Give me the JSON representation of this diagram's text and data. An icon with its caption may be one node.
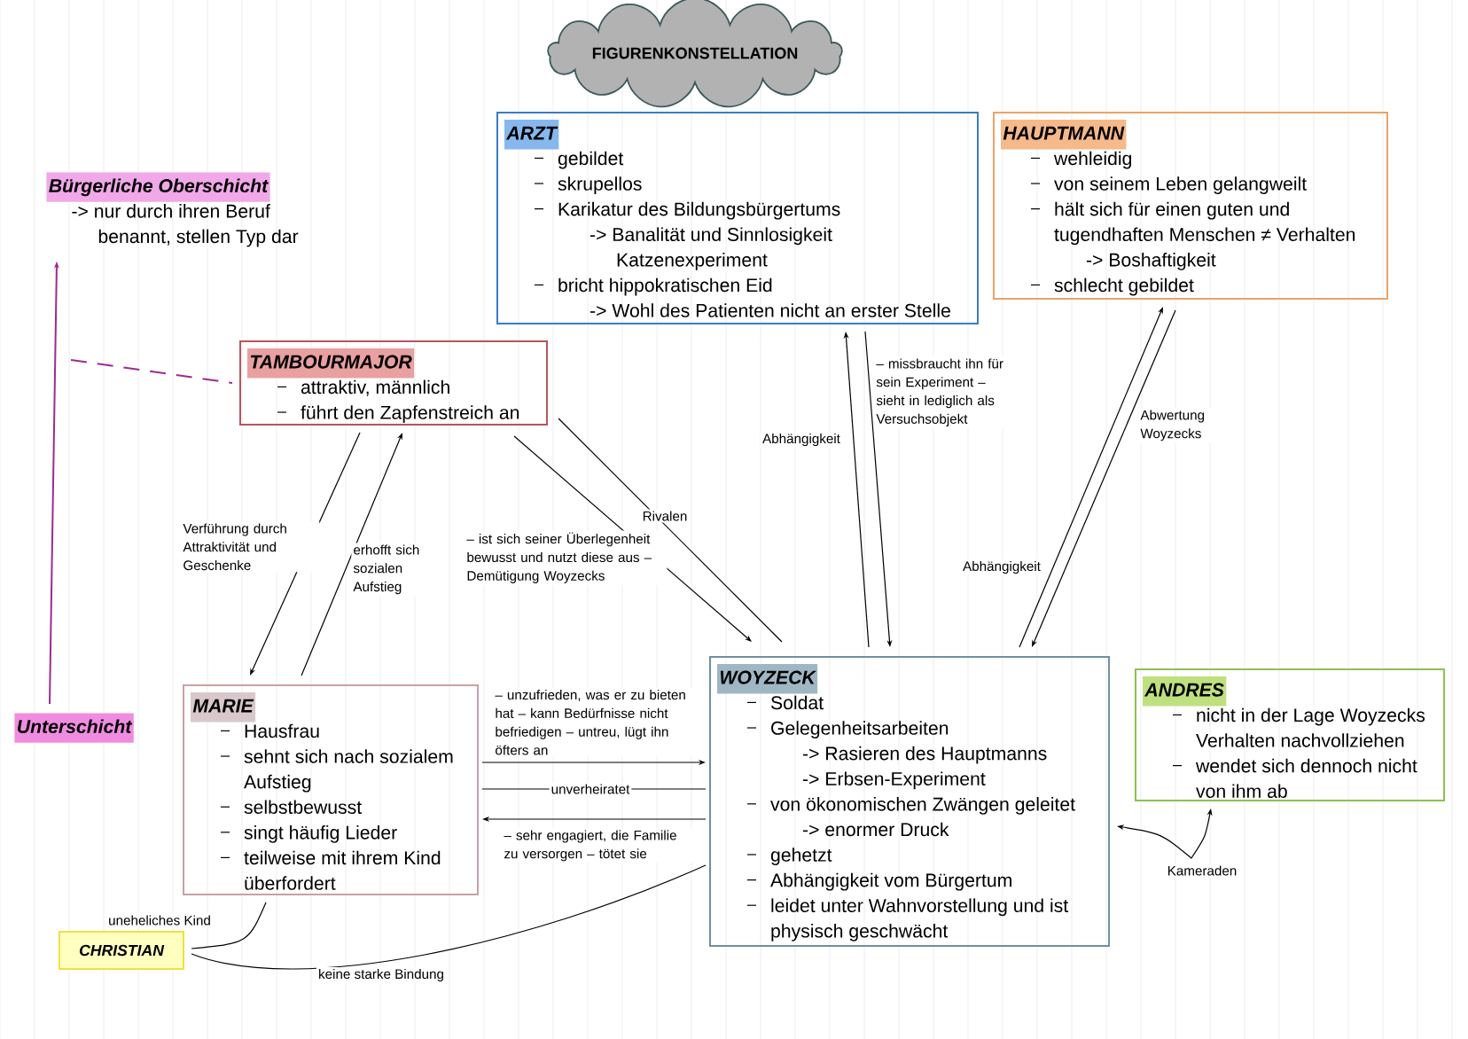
{
  "diagram": {
    "title": "FIGURENKONSTELLATION",
    "nodes": [
      {
        "text": [
          "ARZT",
          "gebildet",
          "skrupellos",
          "Karikatur des Bildungsbürgertums",
          "-> Banalität und Sinnlosigkeit Katzenexperiment",
          "bricht hippokratischen Eid",
          "-> Wohl des Patienten nicht an erster Stelle"
        ]
      },
      {
        "text": [
          "HAUPTMANN",
          "wehleidig",
          "von seinem Leben gelangweilt",
          "hält sich für einen guten und tugendhaften Menschen ≠ Verhalten",
          "-> Boshaftigkeit",
          "schlecht gebildet"
        ]
      },
      {
        "text": [
          "TAMBOURMAJOR",
          "attraktiv, männlich",
          "führt den Zapfenstreich an"
        ]
      },
      {
        "text": [
          "MARIE",
          "Hausfrau",
          "sehnt sich nach sozialem Aufstieg",
          "selbstbewusst",
          "singt häufig Lieder",
          "teilweise mit ihrem Kind überfordert"
        ]
      },
      {
        "text": [
          "WOYZECK",
          "Soldat",
          "Gelegenheitsarbeiten",
          "-> Rasieren des Hauptmanns",
          "-> Erbsen-Experiment",
          "von ökonomischen Zwängen geleitet",
          "-> enormer Druck",
          "gehetzt",
          "Abhängigkeit vom Bürgertum",
          "leidet unter Wahnvorstellung und ist physisch geschwächt"
        ]
      },
      {
        "text": [
          "ANDRES",
          "nicht in der Lage Woyzecks Verhalten nachvollziehen",
          "wendet sich dennoch nicht von ihm ab"
        ]
      },
      {
        "text": [
          "CHRISTIAN"
        ]
      },
      {
        "text": [
          "Bürgerliche Oberschicht",
          "-> nur durch ihren Beruf benannt, stellen Typ dar"
        ]
      },
      {
        "text": [
          "Unterschicht"
        ]
      }
    ],
    "edges": [
      {
        "from": 2,
        "to": 3,
        "arrow": "to",
        "label": "Verführung durch Attraktivität und Geschenke"
      },
      {
        "from": 3,
        "to": 2,
        "arrow": "to",
        "label": "erhofft sich sozialen Aufstieg"
      },
      {
        "from": 2,
        "to": 4,
        "arrow": "to",
        "label": "– ist sich seiner Überlegenheit bewusst und nutzt diese aus – Demütigung Woyzecks"
      },
      {
        "from": 2,
        "to": 4,
        "arrow": "none",
        "label": "Rivalen"
      },
      {
        "from": 4,
        "to": 0,
        "arrow": "to",
        "label": "Abhängigkeit"
      },
      {
        "from": 0,
        "to": 4,
        "arrow": "to",
        "label": "– missbraucht ihn für sein Experiment – sieht in lediglich als Versuchsobjekt"
      },
      {
        "from": 4,
        "to": 1,
        "arrow": "to",
        "label": "Abhängigkeit"
      },
      {
        "from": 1,
        "to": 4,
        "arrow": "to",
        "label": "Abwertung Woyzecks"
      },
      {
        "from": 3,
        "to": 4,
        "arrow": "to",
        "label": "– unzufrieden, was er zu bieten hat – kann Bedürfnisse nicht befriedigen – untreu, lügt ihn öfters an"
      },
      {
        "from": 3,
        "to": 4,
        "arrow": "none",
        "label": "unverheiratet"
      },
      {
        "from": 4,
        "to": 3,
        "arrow": "to",
        "label": "– sehr engagiert, die Familie zu versorgen – tötet sie"
      },
      {
        "from": 5,
        "to": 4,
        "arrow": "both",
        "label": "Kameraden"
      },
      {
        "from": 3,
        "to": 6,
        "arrow": "none",
        "label": "uneheliches Kind"
      },
      {
        "from": 4,
        "to": 6,
        "arrow": "none",
        "label": "keine starke Bindung"
      },
      {
        "from": 8,
        "to": 7,
        "arrow": "to",
        "color": "#9b2d8f"
      },
      {
        "from": null,
        "to": 2,
        "arrow": "none",
        "style": "dashed",
        "color": "#9b2d8f"
      }
    ]
  }
}
